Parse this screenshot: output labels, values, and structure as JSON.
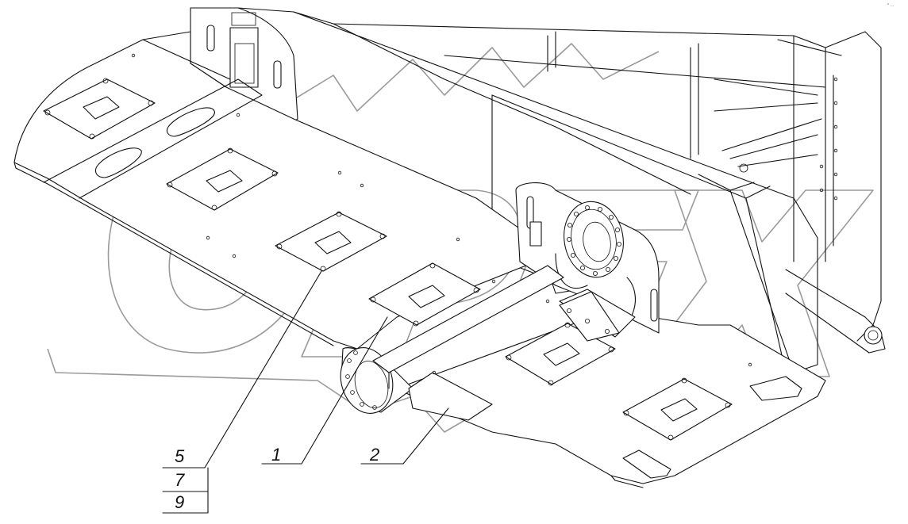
{
  "watermark": "OPEX",
  "corner_mark": "° …",
  "callouts": [
    {
      "id": "c5",
      "text": "5"
    },
    {
      "id": "c7",
      "text": "7"
    },
    {
      "id": "c9",
      "text": "9"
    },
    {
      "id": "c1",
      "text": "1"
    },
    {
      "id": "c2",
      "text": "2"
    }
  ]
}
